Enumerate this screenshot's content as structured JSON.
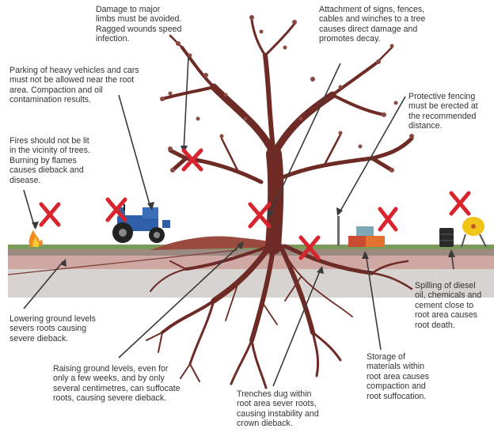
{
  "labels": {
    "limbs": "Damage to major\nlimbs must be avoided.\nRagged wounds speed\ninfection.",
    "attachment": "Attachment of signs, fences,\ncables and winches to a tree\ncauses direct damage and\npromotes decay.",
    "parking": "Parking of heavy vehicles and cars\nmust not be allowed near the root\narea. Compaction and oil\ncontamination results.",
    "fencing": "Protective fencing\nmust be erected at\nthe recommended\ndistance.",
    "fires": "Fires should not be lit\nin the vicinity of trees.\nBurning by flames\ncauses dieback and\ndisease.",
    "diesel": "Spilling of diesel\noil, chemicals and\ncement close to\nroot area causes\nroot death.",
    "lowering": "Lowering ground levels\nsevers roots causing\nsevere dieback.",
    "storage": "Storage of\nmaterials within\nroot area causes\ncompaction and\nroot suffocation.",
    "raising": "Raising ground levels, even for\nonly a few weeks, and by only\nseveral centimetres, can suffocate\nroots, causing severe dieback.",
    "trenches": "Trenches dug within\nroot area sever roots,\ncausing instability and\ncrown dieback."
  },
  "colors": {
    "trunk": "#6e2a24",
    "leaf": "#8a4a42",
    "cross": "#d8242d",
    "grass": "#7c9a5a",
    "soil_top": "#9c8a80",
    "soil_pink": "#cfa8a4",
    "soil_grey": "#d6d3d0",
    "mound": "#9a4a3e",
    "leader": "#3a3a3a",
    "tractor": "#2e5fa8",
    "flame": "#f08a1c"
  },
  "icons": [
    "fire-icon",
    "tractor-icon",
    "fence-post-icon",
    "material-boxes-icon",
    "oil-drum-icon",
    "cement-mixer-icon",
    "prohibited-cross-icon"
  ]
}
